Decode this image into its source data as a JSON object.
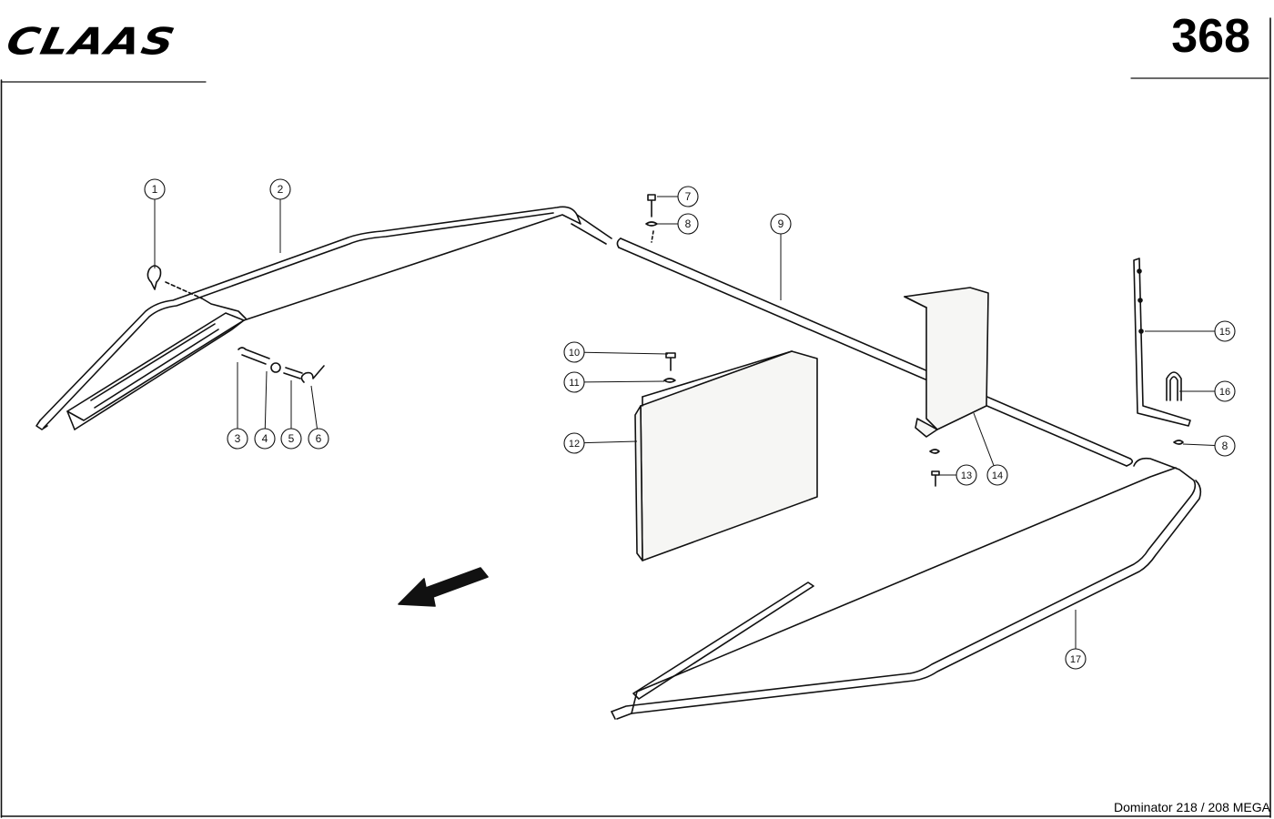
{
  "header": {
    "brand": "CLAAS",
    "page_number": "368"
  },
  "footer": {
    "model": "Dominator 218 / 208 MEGA"
  },
  "callouts": [
    {
      "id": "c1",
      "label": "1"
    },
    {
      "id": "c2",
      "label": "2"
    },
    {
      "id": "c3",
      "label": "3"
    },
    {
      "id": "c4",
      "label": "4"
    },
    {
      "id": "c5",
      "label": "5"
    },
    {
      "id": "c6",
      "label": "6"
    },
    {
      "id": "c7",
      "label": "7"
    },
    {
      "id": "c8a",
      "label": "8"
    },
    {
      "id": "c9",
      "label": "9"
    },
    {
      "id": "c10",
      "label": "10"
    },
    {
      "id": "c11",
      "label": "11"
    },
    {
      "id": "c12",
      "label": "12"
    },
    {
      "id": "c13",
      "label": "13"
    },
    {
      "id": "c14",
      "label": "14"
    },
    {
      "id": "c15",
      "label": "15"
    },
    {
      "id": "c16",
      "label": "16"
    },
    {
      "id": "c8b",
      "label": "8"
    },
    {
      "id": "c17",
      "label": "17"
    }
  ],
  "colors": {
    "ink": "#111111",
    "paper": "#ffffff",
    "panel_fill": "#f6f6f4"
  }
}
